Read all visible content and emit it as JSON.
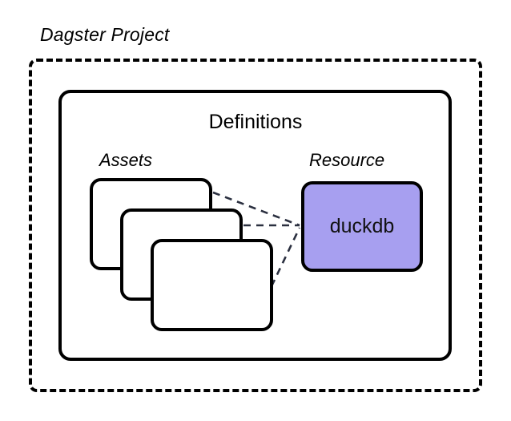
{
  "diagram": {
    "title": "Dagster Project",
    "background_color": "#ffffff",
    "outer_container": {
      "label": "Dagster Project",
      "border_style": "dashed",
      "border_color": "#000000"
    },
    "inner_container": {
      "label": "Definitions",
      "border_style": "solid",
      "border_color": "#000000"
    },
    "groups": {
      "assets": {
        "label": "Assets",
        "card_count": 3,
        "card_labels": [
          "",
          "",
          ""
        ],
        "fill_color": "#ffffff",
        "border_color": "#000000"
      },
      "resource": {
        "label": "Resource",
        "node_label": "duckdb",
        "fill_color": "#a79ff0",
        "border_color": "#000000",
        "text_color": "#111111"
      }
    },
    "connections": {
      "style": "dashed",
      "color": "#2b3040",
      "edges": [
        {
          "from": "asset-card-1",
          "to": "duckdb"
        },
        {
          "from": "asset-card-2",
          "to": "duckdb"
        },
        {
          "from": "asset-card-3",
          "to": "duckdb"
        }
      ]
    }
  }
}
